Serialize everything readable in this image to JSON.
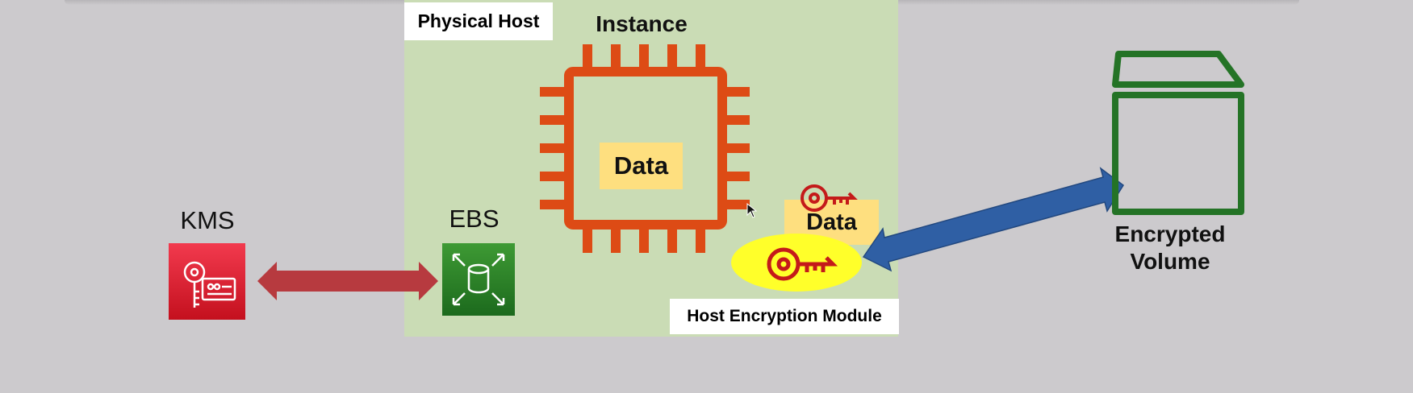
{
  "host": {
    "title": "Physical Host",
    "instance_label": "Instance",
    "instance_data_label": "Data",
    "module_data_label": "Data",
    "module_label": "Host Encryption Module"
  },
  "kms": {
    "label": "KMS"
  },
  "ebs": {
    "label": "EBS"
  },
  "volume": {
    "label_line1": "Encrypted",
    "label_line2": "Volume"
  },
  "icons": {
    "kms": "kms-key-card-icon",
    "ebs": "ebs-volume-icon",
    "instance": "cpu-chip-icon",
    "key": "key-icon",
    "volume": "box-icon",
    "cursor": "mouse-pointer-icon"
  },
  "colors": {
    "background": "#cccacd",
    "host_box": "#cadcb5",
    "chip": "#dd4b15",
    "data_highlight": "#fedf7f",
    "key_highlight": "#ffff2a",
    "key": "#c41a1a",
    "kms_tile": "#dd1e2e",
    "ebs_tile": "#2e7d2b",
    "volume": "#247326",
    "arrow_kms_ebs": "#b73a3f",
    "arrow_host_volume": "#2f5fa4"
  }
}
